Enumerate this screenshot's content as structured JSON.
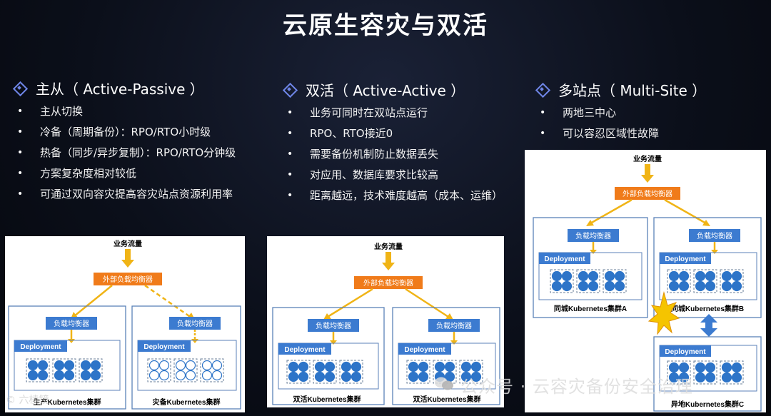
{
  "title": "云原生容灾与双活",
  "columns": [
    {
      "heading": "主从（ Active-Passive ）",
      "bullets": [
        "主从切换",
        "冷备（周期备份）：RPO/RTO小时级",
        "热备（同步/异步复制）：RPO/RTO分钟级",
        "方案复杂度相对较低",
        "可通过双向容灾提高容灾站点资源利用率"
      ]
    },
    {
      "heading": "双活（ Active-Active ）",
      "bullets": [
        "业务可同时在双站点运行",
        "RPO、RTO接近0",
        "需要备份机制防止数据丢失",
        "对应用、数据库要求比较高",
        "距离越远，技术难度越高（成本、运维）"
      ]
    },
    {
      "heading": "多站点（ Multi-Site ）",
      "bullets": [
        "两地三中心",
        "可以容忍区域性故障"
      ]
    }
  ],
  "diagrams": {
    "traffic_label": "业务流量",
    "external_lb": "外部负载均衡器",
    "internal_lb": "负载均衡器",
    "deployment": "Deployment",
    "active_passive": {
      "left_cluster": "生产Kubernetes集群",
      "right_cluster": "灾备Kubernetes集群"
    },
    "active_active": {
      "left_cluster": "双活Kubernetes集群",
      "right_cluster": "双活Kubernetes集群"
    },
    "multi_site": {
      "cluster_a": "同城Kubernetes集群A",
      "cluster_b": "同城Kubernetes集群B",
      "cluster_c": "异地Kubernetes集群C"
    }
  },
  "watermark": "公众号 · 云容灾备份安全治理",
  "corner_logo": "© 六棱镜",
  "colors": {
    "orange": "#f07b1a",
    "blue": "#3c7bd0",
    "pod": "#2d74c8",
    "arrow": "#f0b416",
    "frame": "#5b82b8"
  }
}
